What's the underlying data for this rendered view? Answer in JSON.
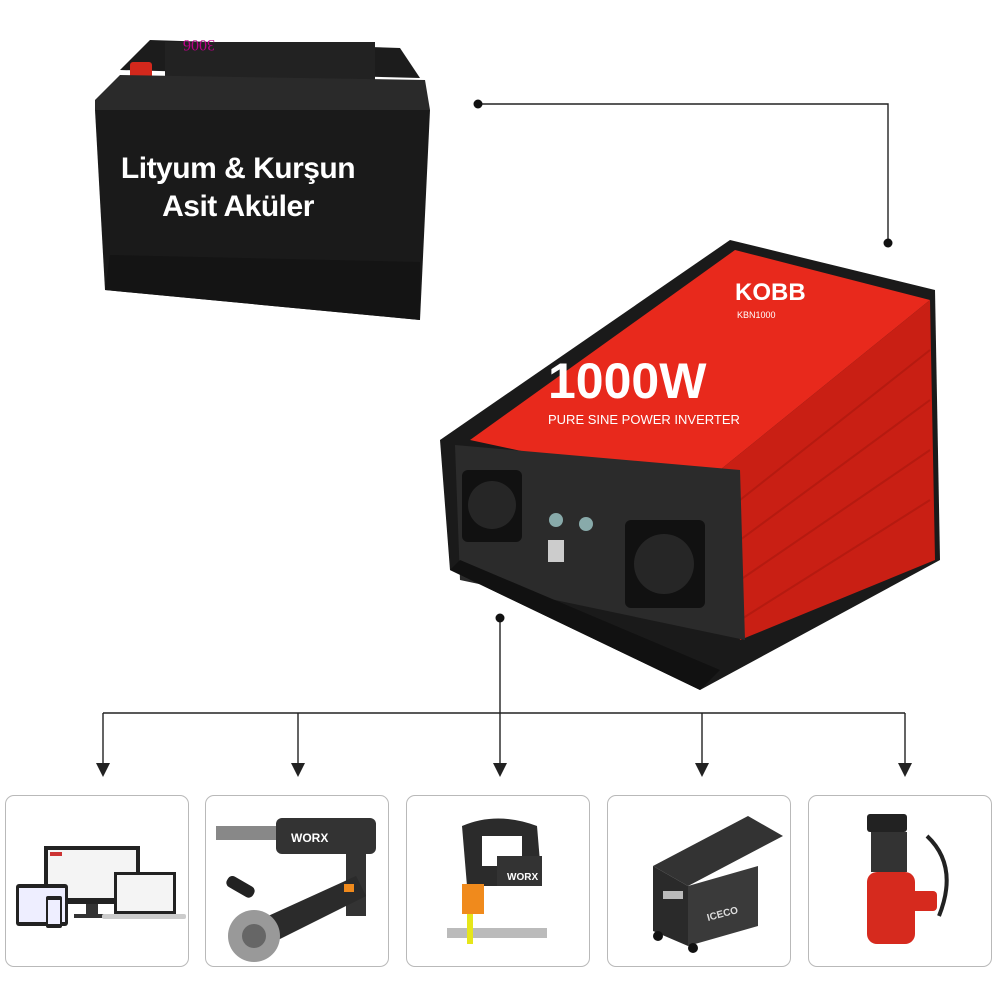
{
  "battery": {
    "label_line1": "Lityum & Kurşun",
    "label_line2": "Asit Aküler",
    "top_brand": "3006"
  },
  "inverter": {
    "power": "1000W",
    "subtitle": "PURE SINE POWER INVERTER",
    "brand": "KOBB",
    "model": "KBN1000",
    "color": "#e8291c"
  },
  "devices": [
    {
      "name": "computers",
      "brand": ""
    },
    {
      "name": "power-tools",
      "brand": "WORX"
    },
    {
      "name": "jigsaw",
      "brand": "WORX"
    },
    {
      "name": "car-fridge",
      "brand": "ICECO"
    },
    {
      "name": "submersible-pump",
      "brand": ""
    }
  ],
  "colors": {
    "connector": "#333333",
    "box_border": "#b9b9b9",
    "tool_orange": "#f08a1c"
  }
}
